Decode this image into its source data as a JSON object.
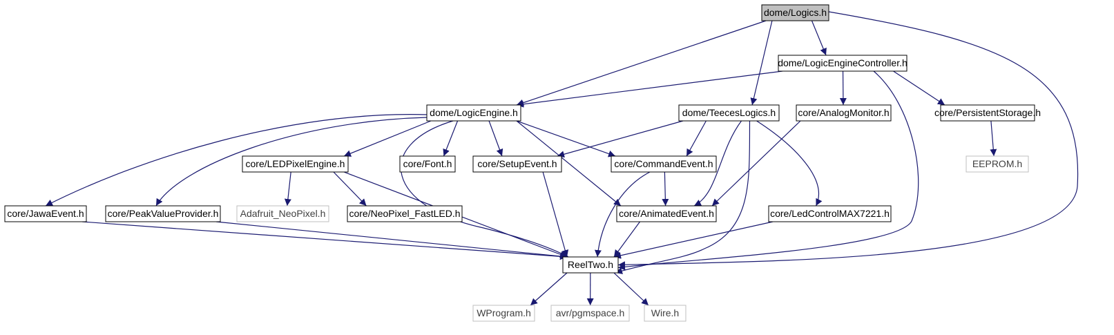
{
  "colors": {
    "edge": "#191970",
    "root_fill": "#bfbfbf",
    "node_fill": "#ffffff",
    "node_border": "#000000",
    "missing_border": "#bfbfbf",
    "missing_text": "#404040"
  },
  "nodes": [
    {
      "id": "n0",
      "label": "dome/Logics.h",
      "style": "root"
    },
    {
      "id": "n1",
      "label": "dome/LogicEngineController.h",
      "style": "normal"
    },
    {
      "id": "n2",
      "label": "dome/LogicEngine.h",
      "style": "normal"
    },
    {
      "id": "n3",
      "label": "dome/TeecesLogics.h",
      "style": "normal"
    },
    {
      "id": "n4",
      "label": "core/AnalogMonitor.h",
      "style": "normal"
    },
    {
      "id": "n5",
      "label": "core/PersistentStorage.h",
      "style": "normal"
    },
    {
      "id": "n6",
      "label": "EEPROM.h",
      "style": "missing"
    },
    {
      "id": "n7",
      "label": "core/LEDPixelEngine.h",
      "style": "normal"
    },
    {
      "id": "n8",
      "label": "core/Font.h",
      "style": "normal"
    },
    {
      "id": "n9",
      "label": "core/SetupEvent.h",
      "style": "normal"
    },
    {
      "id": "n10",
      "label": "core/CommandEvent.h",
      "style": "normal"
    },
    {
      "id": "n11",
      "label": "core/JawaEvent.h",
      "style": "normal"
    },
    {
      "id": "n12",
      "label": "core/PeakValueProvider.h",
      "style": "normal"
    },
    {
      "id": "n13",
      "label": "Adafruit_NeoPixel.h",
      "style": "missing"
    },
    {
      "id": "n14",
      "label": "core/NeoPixel_FastLED.h",
      "style": "normal"
    },
    {
      "id": "n15",
      "label": "core/AnimatedEvent.h",
      "style": "normal"
    },
    {
      "id": "n16",
      "label": "core/LedControlMAX7221.h",
      "style": "normal"
    },
    {
      "id": "n17",
      "label": "ReelTwo.h",
      "style": "normal"
    },
    {
      "id": "n18",
      "label": "WProgram.h",
      "style": "missing"
    },
    {
      "id": "n19",
      "label": "avr/pgmspace.h",
      "style": "missing"
    },
    {
      "id": "n20",
      "label": "Wire.h",
      "style": "missing"
    }
  ],
  "edges": [
    {
      "from": "n0",
      "to": "n1"
    },
    {
      "from": "n0",
      "to": "n2"
    },
    {
      "from": "n0",
      "to": "n3"
    },
    {
      "from": "n0",
      "to": "n17"
    },
    {
      "from": "n1",
      "to": "n2"
    },
    {
      "from": "n1",
      "to": "n4"
    },
    {
      "from": "n1",
      "to": "n5"
    },
    {
      "from": "n1",
      "to": "n17"
    },
    {
      "from": "n5",
      "to": "n6"
    },
    {
      "from": "n2",
      "to": "n11"
    },
    {
      "from": "n2",
      "to": "n12"
    },
    {
      "from": "n2",
      "to": "n7"
    },
    {
      "from": "n2",
      "to": "n8"
    },
    {
      "from": "n2",
      "to": "n9"
    },
    {
      "from": "n2",
      "to": "n10"
    },
    {
      "from": "n2",
      "to": "n15"
    },
    {
      "from": "n2",
      "to": "n17"
    },
    {
      "from": "n3",
      "to": "n9"
    },
    {
      "from": "n3",
      "to": "n10"
    },
    {
      "from": "n3",
      "to": "n15"
    },
    {
      "from": "n3",
      "to": "n16"
    },
    {
      "from": "n3",
      "to": "n17"
    },
    {
      "from": "n4",
      "to": "n15"
    },
    {
      "from": "n7",
      "to": "n13"
    },
    {
      "from": "n7",
      "to": "n14"
    },
    {
      "from": "n7",
      "to": "n17"
    },
    {
      "from": "n9",
      "to": "n17"
    },
    {
      "from": "n10",
      "to": "n15"
    },
    {
      "from": "n10",
      "to": "n17"
    },
    {
      "from": "n11",
      "to": "n17"
    },
    {
      "from": "n12",
      "to": "n17"
    },
    {
      "from": "n15",
      "to": "n17"
    },
    {
      "from": "n16",
      "to": "n17"
    },
    {
      "from": "n17",
      "to": "n18"
    },
    {
      "from": "n17",
      "to": "n19"
    },
    {
      "from": "n17",
      "to": "n20"
    }
  ]
}
